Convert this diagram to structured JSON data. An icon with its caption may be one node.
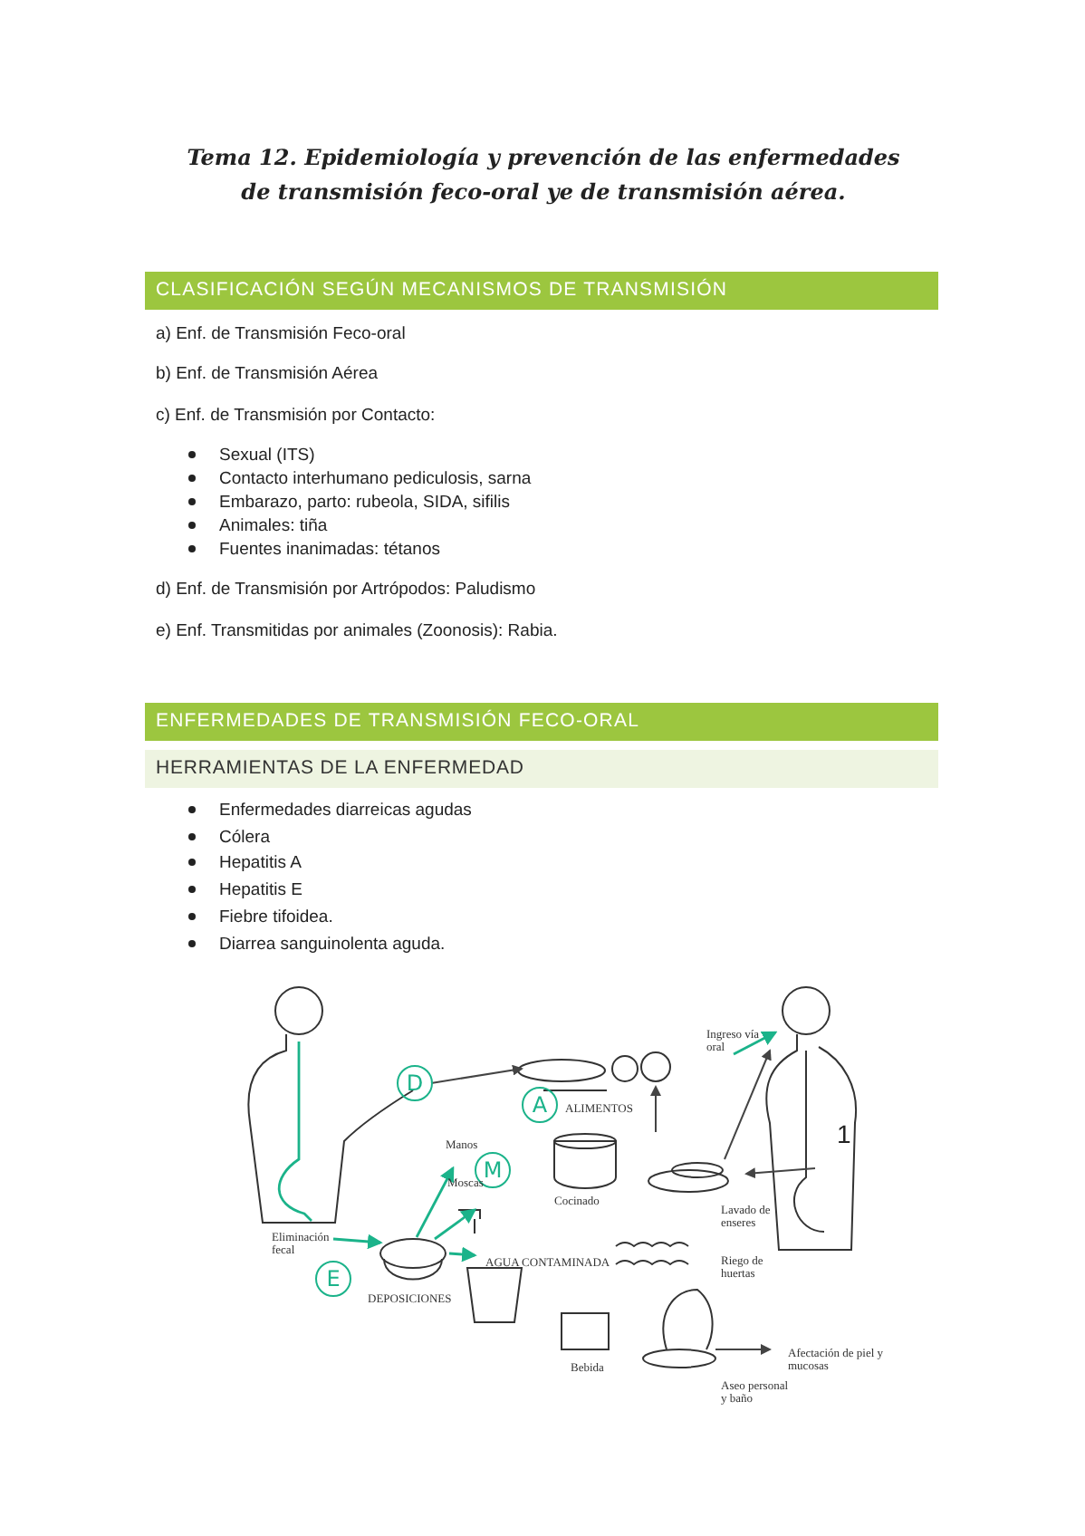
{
  "diagram": {
    "title": "Tema 12. Epidemiología y prevención de las enfermedades de transmisión feco-oral ye de transmisión aérea.",
    "labels": [
      "CLASIFICACIÓN SEGÚN MECANISMOS DE TRANSMISIÓN",
      "a) Enf. de Transmisión Feco-oral",
      "b) Enf. de Transmisión Aérea",
      "c) Enf. de Transmisión por Contacto:",
      "Sexual (ITS)",
      "Contacto interhumano pediculosis, sarna",
      "Embarazo, parto: rubeola, SIDA, sifilis",
      "Animales: tiña",
      "Fuentes inanimadas: tétanos",
      "d) Enf. de Transmisión por Artrópodos: Paludismo",
      "e) Enf. Transmitidas por animales (Zoonosis): Rabia.",
      "ENFERMEDADES DE TRANSMISIÓN FECO-ORAL",
      "HERRAMIENTAS DE LA ENFERMEDAD",
      "Enfermedades diarreicas agudas",
      "Cólera",
      "Hepatitis A",
      "Hepatitis E",
      "Fiebre tifoidea.",
      "Diarrea sanguinolenta aguda.",
      "Ingreso vía oral",
      "D",
      "A",
      "ALIMENTOS",
      "1",
      "Manos",
      "M",
      "Moscas",
      "Cocinado",
      "Lavado de enseres",
      "Eliminación fecal",
      "AGUA CONTAMINADA",
      "Riego de huertas",
      "E",
      "DEPOSICIONES",
      "Afectación de piel y mucosas",
      "Bebida",
      "Aseo personal y baño"
    ]
  }
}
